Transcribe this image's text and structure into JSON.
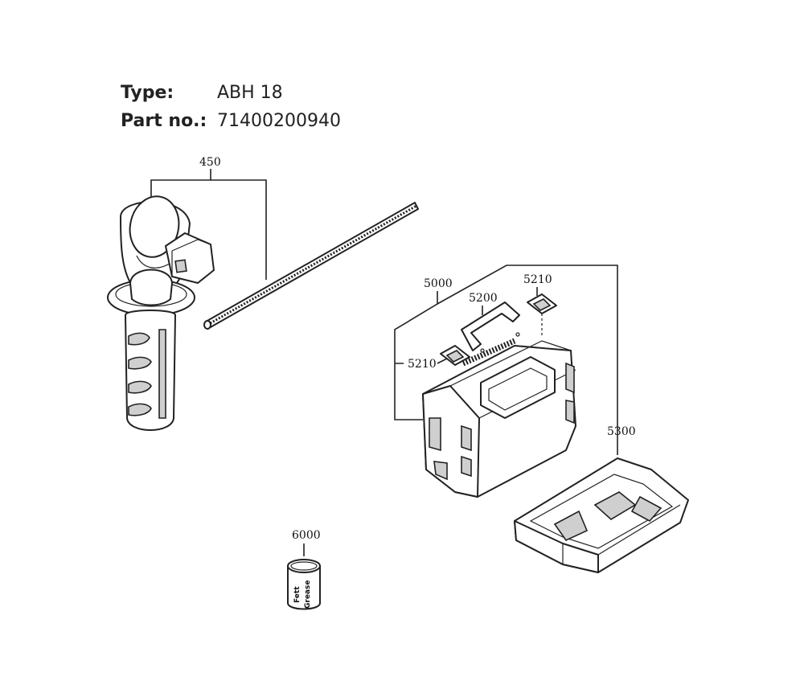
{
  "header": {
    "type_label": "Type:",
    "type_value": "ABH 18",
    "part_label": "Part no.:",
    "part_value": "71400200940"
  },
  "parts": [
    {
      "number": "450"
    },
    {
      "number": "5000"
    },
    {
      "number": "5200"
    },
    {
      "number": "5210"
    },
    {
      "number": "5210"
    },
    {
      "number": "5300"
    },
    {
      "number": "6000"
    }
  ],
  "grease": {
    "line1": "Fett",
    "line2": "Grease"
  }
}
